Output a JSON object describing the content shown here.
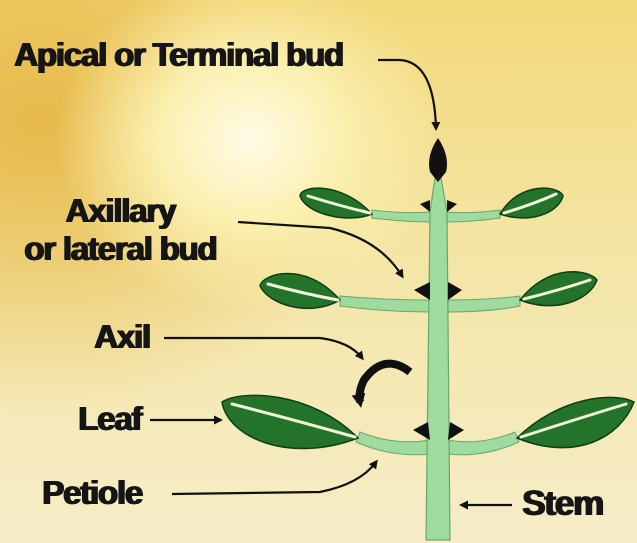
{
  "labels": {
    "apical_bud": "Apical or Terminal bud",
    "axillary_bud": "Axillary\nor lateral bud",
    "axil": "Axil",
    "leaf": "Leaf",
    "petiole": "Petiole",
    "stem": "Stem"
  },
  "colors": {
    "leaf_dark": "#23742a",
    "leaf_vein": "#f1f4d6",
    "stem": "#9fdb9e",
    "bud": "#111111",
    "arrow": "#111111"
  }
}
